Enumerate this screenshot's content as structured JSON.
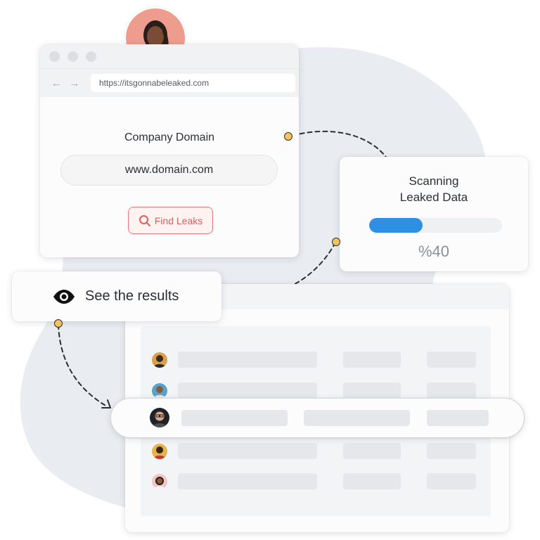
{
  "browser": {
    "url": "https://itsgonnabeleaked.com",
    "domain_label": "Company Domain",
    "domain_value": "www.domain.com",
    "find_button": "Find Leaks",
    "back_icon": "arrow-left-icon",
    "forward_icon": "arrow-right-icon"
  },
  "scan": {
    "title_line1": "Scanning",
    "title_line2": "Leaked Data",
    "percent_label": "%40",
    "progress_fraction": 0.4
  },
  "results": {
    "label": "See the results",
    "icon": "eye-icon"
  },
  "colors": {
    "accent_red": "#e25c5f",
    "progress_blue": "#2f8fe5",
    "connector_yellow": "#f2c45c",
    "blob_gray": "#e9ecf0"
  }
}
